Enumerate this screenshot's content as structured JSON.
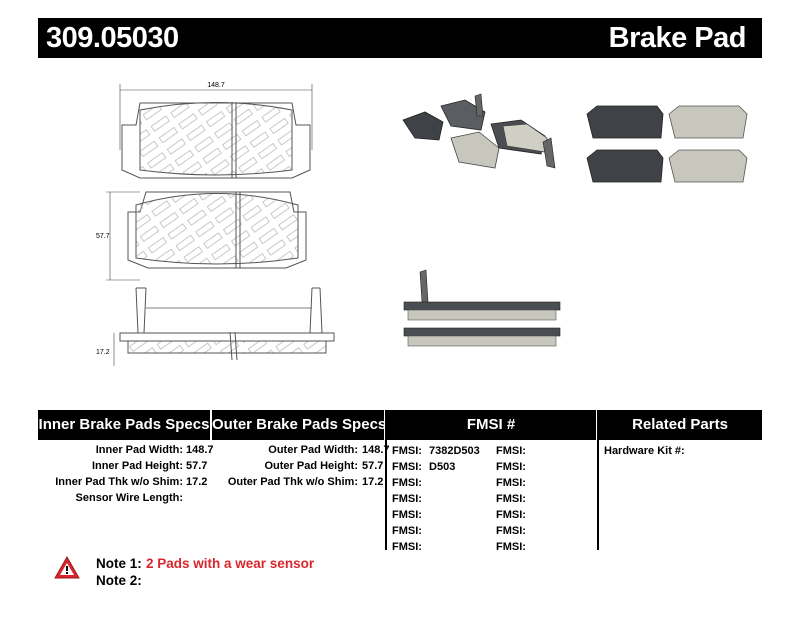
{
  "header": {
    "part_number": "309.05030",
    "product_type": "Brake Pad"
  },
  "drawing": {
    "width_dim": "148.7",
    "height_dim": "57.7",
    "thickness_dim": "17.2",
    "pad_text": "STOPTECH"
  },
  "specs": {
    "inner": {
      "title": "Inner Brake Pads Specs",
      "rows": [
        {
          "label": "Inner Pad Width:",
          "value": "148.7"
        },
        {
          "label": "Inner Pad Height:",
          "value": "57.7"
        },
        {
          "label": "Inner Pad Thk w/o Shim:",
          "value": "17.2"
        },
        {
          "label": "Sensor Wire Length:",
          "value": ""
        }
      ]
    },
    "outer": {
      "title": "Outer Brake Pads Specs",
      "rows": [
        {
          "label": "Outer Pad Width:",
          "value": "148.7"
        },
        {
          "label": "Outer Pad Height:",
          "value": "57.7"
        },
        {
          "label": "Outer Pad Thk w/o Shim:",
          "value": "17.2"
        }
      ]
    },
    "fmsi": {
      "title": "FMSI #",
      "col1": [
        {
          "label": "FMSI:",
          "value": "7382D503"
        },
        {
          "label": "FMSI:",
          "value": "D503"
        },
        {
          "label": "FMSI:",
          "value": ""
        },
        {
          "label": "FMSI:",
          "value": ""
        },
        {
          "label": "FMSI:",
          "value": ""
        },
        {
          "label": "FMSI:",
          "value": ""
        },
        {
          "label": "FMSI:",
          "value": ""
        }
      ],
      "col2": [
        {
          "label": "FMSI:",
          "value": ""
        },
        {
          "label": "FMSI:",
          "value": ""
        },
        {
          "label": "FMSI:",
          "value": ""
        },
        {
          "label": "FMSI:",
          "value": ""
        },
        {
          "label": "FMSI:",
          "value": ""
        },
        {
          "label": "FMSI:",
          "value": ""
        },
        {
          "label": "FMSI:",
          "value": ""
        }
      ]
    },
    "related": {
      "title": "Related Parts",
      "hardware_label": "Hardware Kit #:"
    }
  },
  "notes": [
    {
      "label": "Note 1:",
      "text": "2 Pads with a wear sensor"
    },
    {
      "label": "Note 2:",
      "text": ""
    }
  ],
  "colors": {
    "header_bg": "#000000",
    "note_red": "#d9262c",
    "pad_gray": "#c9c9c4",
    "backing_dark": "#4a4d52"
  },
  "icons": {
    "warning": "warning-triangle-icon"
  }
}
